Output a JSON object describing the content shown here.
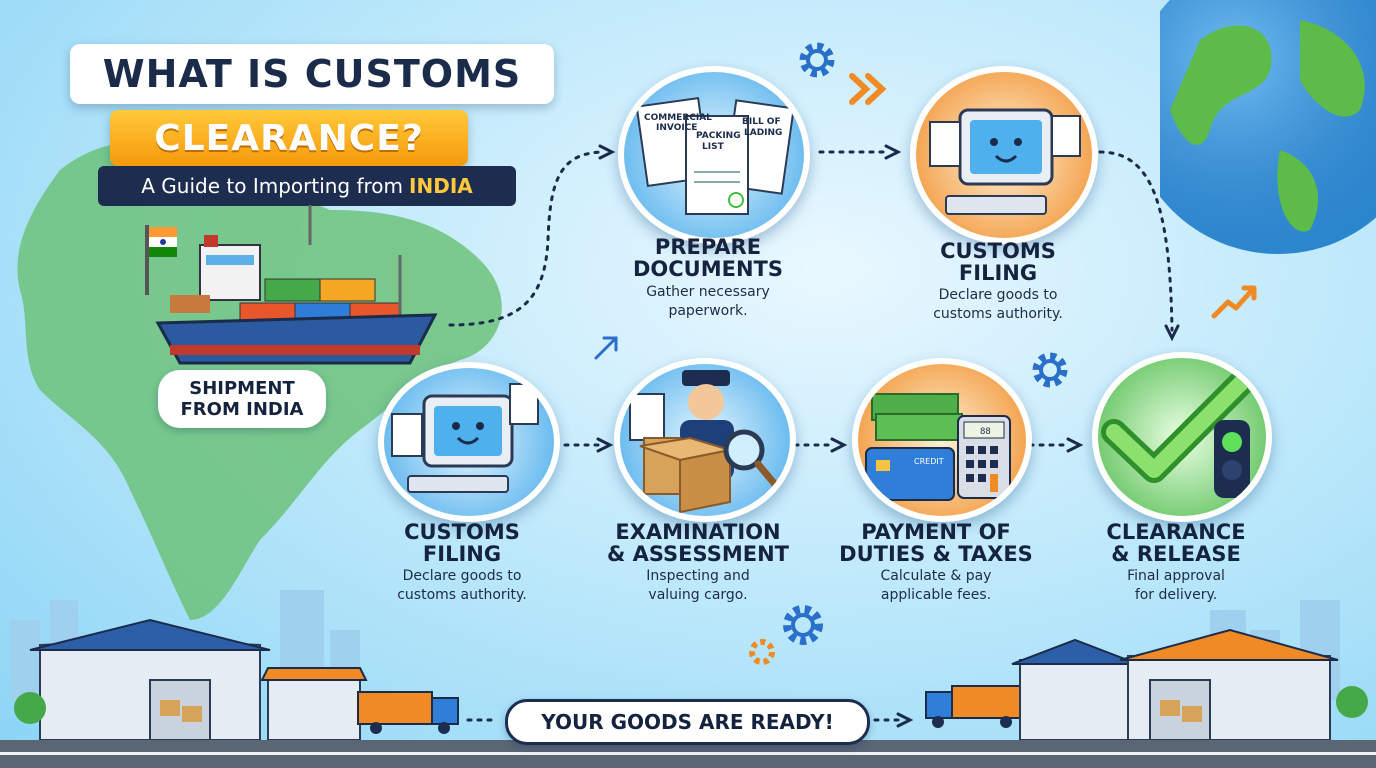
{
  "title": {
    "line1": "WHAT IS CUSTOMS",
    "line2": "CLEARANCE?",
    "subtitle_prefix": "A Guide to Importing from",
    "subtitle_highlight": "INDIA"
  },
  "origin": {
    "line1": "SHIPMENT",
    "line2": "FROM INDIA"
  },
  "documents": {
    "commercial_invoice_1": "COMMERCIAL",
    "commercial_invoice_2": "INVOICE",
    "packing_list_1": "PACKING",
    "packing_list_2": "LIST",
    "bill_of_lading_1": "BILL OF",
    "bill_of_lading_2": "LADING"
  },
  "card_label": "CREDIT",
  "calculator_display": "88",
  "steps": [
    {
      "title1": "PREPARE",
      "title2": "DOCUMENTS",
      "desc1": "Gather necessary",
      "desc2": "paperwork."
    },
    {
      "title1": "CUSTOMS",
      "title2": "FILING",
      "desc1": "Declare goods to",
      "desc2": "customs authority."
    },
    {
      "title1": "CUSTOMS",
      "title2": "FILING",
      "desc1": "Declare goods to",
      "desc2": "customs authority."
    },
    {
      "title1": "EXAMINATION",
      "title2": "& ASSESSMENT",
      "desc1": "Inspecting and",
      "desc2": "valuing cargo."
    },
    {
      "title1": "PAYMENT OF",
      "title2": "DUTIES & TAXES",
      "desc1": "Calculate & pay",
      "desc2": "applicable fees."
    },
    {
      "title1": "CLEARANCE",
      "title2": "& RELEASE",
      "desc1": "Final approval",
      "desc2": "for delivery."
    }
  ],
  "banner": "YOUR GOODS ARE READY!",
  "colors": {
    "navy": "#1d2d50",
    "orange": "#f59a0b",
    "green": "#3fbf3f",
    "sky": "#8ad4f5"
  }
}
